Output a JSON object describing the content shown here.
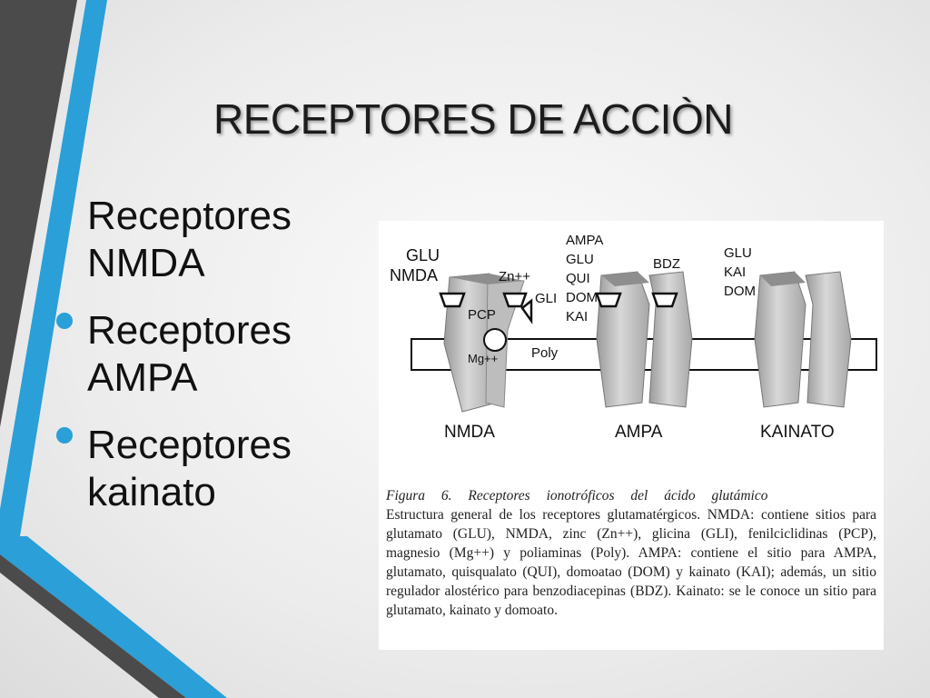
{
  "slide": {
    "title": "RECEPTORES DE ACCIÒN",
    "bullets": [
      {
        "line1": "Receptores",
        "line2": "NMDA"
      },
      {
        "line1": "Receptores",
        "line2": "AMPA"
      },
      {
        "line1": "Receptores",
        "line2": "kainato"
      }
    ],
    "accent_colors": {
      "blue": "#2a9fd8",
      "dark_gray": "#4b4b4b"
    }
  },
  "figure": {
    "nmda_labels": [
      "GLU",
      "NMDA",
      "Zn++",
      "GLI",
      "PCP",
      "Mg++",
      "Poly"
    ],
    "ampa_labels": [
      "AMPA",
      "GLU",
      "QUI",
      "DOM",
      "KAI",
      "BDZ"
    ],
    "kainato_labels": [
      "GLU",
      "KAI",
      "DOM"
    ],
    "receptor_names": [
      "NMDA",
      "AMPA",
      "KAINATO"
    ],
    "caption_head": "Figura 6. Receptores ionotróficos del ácido glutámico",
    "caption_body": "Estructura general de los receptores glutamatérgicos. NMDA: contiene sitios para glutamato (GLU), NMDA, zinc (Zn++), glicina (GLI), fenilciclidinas (PCP), magnesio (Mg++) y poliaminas (Poly). AMPA: contiene el sitio para AMPA, glutamato, quisqualato (QUI), domoatao (DOM) y kainato (KAI); además, un sitio regulador alostérico para benzodiacepinas (BDZ). Kainato: se le conoce un sitio para glutamato, kainato y domoato."
  }
}
